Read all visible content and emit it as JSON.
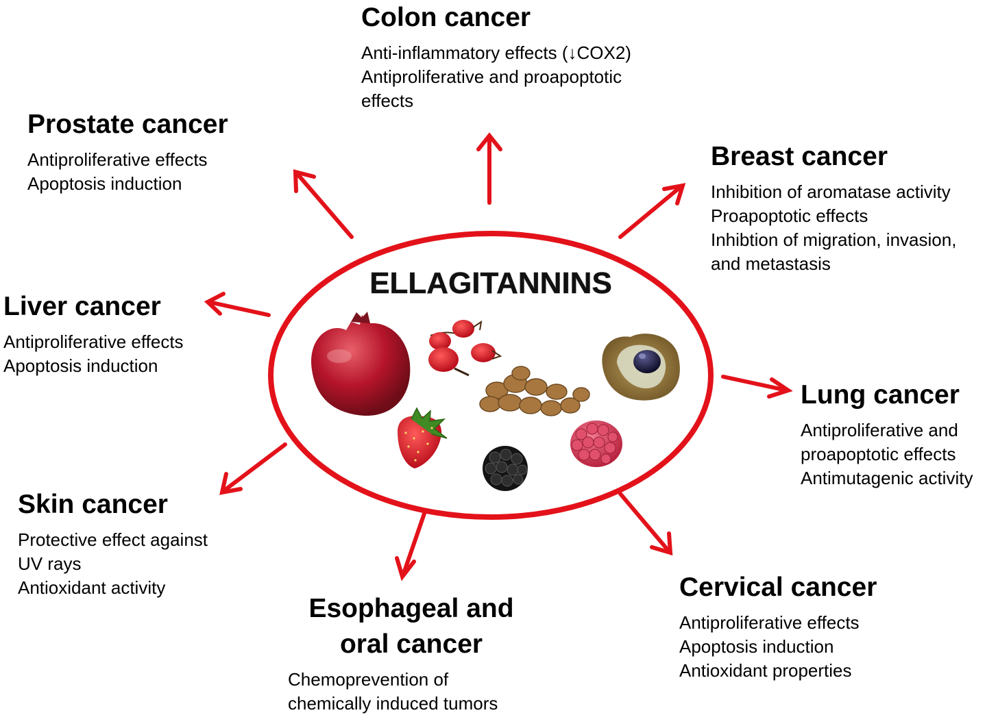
{
  "center": {
    "title": "ELLAGITANNINS",
    "icons": [
      "pomegranate-icon",
      "rose-hip-icon",
      "walnuts-icon",
      "longan-icon",
      "strawberry-icon",
      "blackberry-icon",
      "raspberry-icon"
    ]
  },
  "colors": {
    "ellipse": "#e3121a",
    "arrow": "#e3121a",
    "text": "#000000"
  },
  "cancers": {
    "colon": {
      "title": "Colon cancer",
      "effects": [
        "Anti-inflammatory effects  (↓COX2)",
        "Antiproliferative and proapoptotic",
        "effects"
      ]
    },
    "prostate": {
      "title": "Prostate cancer",
      "effects": [
        "Antiproliferative effects",
        "Apoptosis induction"
      ]
    },
    "breast": {
      "title": "Breast cancer",
      "effects": [
        "Inhibition of aromatase activity",
        "Proapoptotic effects",
        "Inhibtion of migration, invasion,",
        "and metastasis"
      ]
    },
    "liver": {
      "title": "Liver cancer",
      "effects": [
        "Antiproliferative effects",
        "Apoptosis induction"
      ]
    },
    "lung": {
      "title": "Lung cancer",
      "effects": [
        "Antiproliferative and",
        "proapoptotic effects",
        "Antimutagenic activity"
      ]
    },
    "skin": {
      "title": "Skin cancer",
      "effects": [
        "Protective effect against",
        "UV rays",
        "Antioxidant activity"
      ]
    },
    "esophageal": {
      "title": [
        "Esophageal and",
        "oral cancer"
      ],
      "effects": [
        "Chemoprevention of",
        "chemically induced tumors"
      ]
    },
    "cervical": {
      "title": "Cervical cancer",
      "effects": [
        "Antiproliferative effects",
        "Apoptosis induction",
        "Antioxidant properties"
      ]
    }
  }
}
